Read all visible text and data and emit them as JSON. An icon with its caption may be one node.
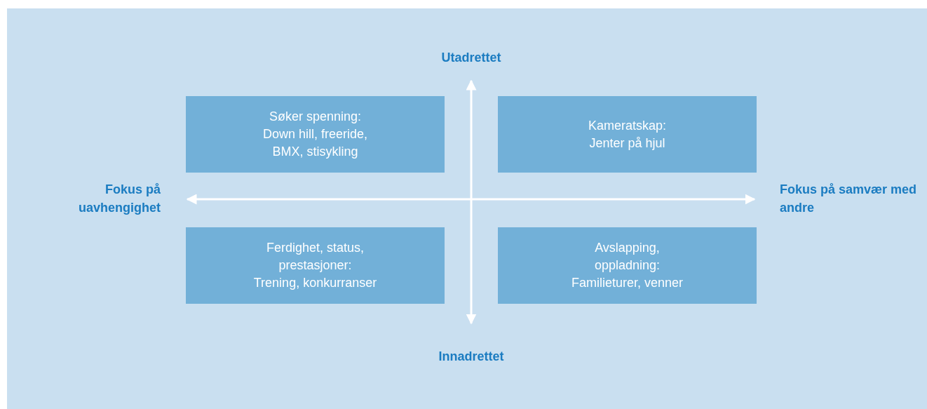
{
  "diagram": {
    "nodes": [
      {
        "text": [
          "Søker spenning:",
          "Down hill, freeride, BMX, stisykling"
        ]
      },
      {
        "text": [
          "Kameratskap:",
          "Jenter på hjul"
        ]
      },
      {
        "text": [
          "Ferdighet, status, prestasjoner:",
          "Trening, konkurranser"
        ]
      },
      {
        "text": [
          "Avslapping, oppladning:",
          "Familieturer, venner"
        ]
      }
    ],
    "edges": [],
    "labels": [
      "Utadrettet",
      "Fokus på uavhengighet",
      "Fokus på samvær med andre",
      "Innadrettet"
    ]
  }
}
